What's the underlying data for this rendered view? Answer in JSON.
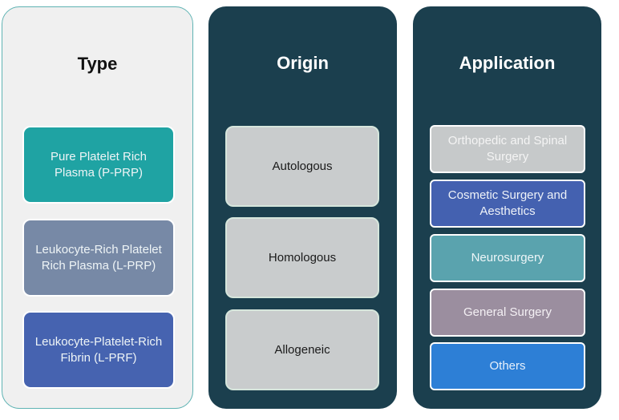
{
  "panels": {
    "type": {
      "title": "Type",
      "items": [
        {
          "label": "Pure Platelet Rich Plasma (P-PRP)",
          "color": "#1fa3a3"
        },
        {
          "label": "Leukocyte-Rich Platelet Rich Plasma (L-PRP)",
          "color": "#7789a6"
        },
        {
          "label": "Leukocyte-Platelet-Rich Fibrin (L-PRF)",
          "color": "#4663b0"
        }
      ]
    },
    "origin": {
      "title": "Origin",
      "items": [
        {
          "label": "Autologous"
        },
        {
          "label": "Homologous"
        },
        {
          "label": "Allogeneic"
        }
      ]
    },
    "application": {
      "title": "Application",
      "items": [
        {
          "label": "Orthopedic and Spinal Surgery",
          "color": "#c6c9ca",
          "text_color": "#f4f4f4"
        },
        {
          "label": "Cosmetic Surgery and Aesthetics",
          "color": "#4461b0",
          "text_color": "#eef2f8"
        },
        {
          "label": "Neurosurgery",
          "color": "#5aa3ae",
          "text_color": "#eef6f8"
        },
        {
          "label": "General Surgery",
          "color": "#9b8e9f",
          "text_color": "#f4f0f4"
        },
        {
          "label": "Others",
          "color": "#2d7fd6",
          "text_color": "#e6f0fb"
        }
      ]
    }
  },
  "colors": {
    "dark_panel": "#1b3f4e",
    "light_panel": "#f0f0f0",
    "light_panel_border": "#5fb3b3"
  }
}
